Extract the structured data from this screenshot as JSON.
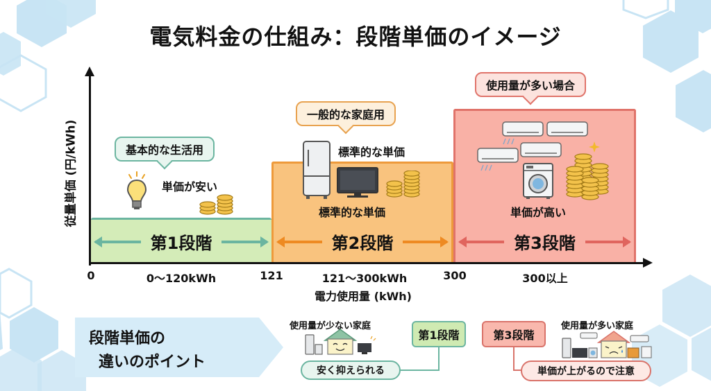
{
  "title": "電気料金の仕組み：段階単価のイメージ",
  "colors": {
    "tier1_fill": "#d4ecb8",
    "tier1_accent": "#6bb5a0",
    "tier2_fill": "#f9c37e",
    "tier2_accent": "#ee8a22",
    "tier3_fill": "#f9b1a6",
    "tier3_accent": "#e0655e",
    "hexagon": "#c8e4f4"
  },
  "axes": {
    "y_label": "従量単価 (円/kWh)",
    "x_label": "電力使用量 (kWh)",
    "x_ticks": [
      "0",
      "0〜120kWh",
      "121",
      "121〜300kWh",
      "300",
      "300以上"
    ]
  },
  "tiers": [
    {
      "label": "第1段階",
      "range": "0〜120kWh",
      "callout": "基本的な生活用",
      "note": "単価が安い",
      "relative_price_level": 1,
      "icons": [
        "light-bulb-icon",
        "coins-icon"
      ]
    },
    {
      "label": "第2段階",
      "range": "121〜300kWh",
      "callout": "一般的な家庭用",
      "note_top": "標準的な単価",
      "note": "標準的な単価",
      "relative_price_level": 2,
      "icons": [
        "refrigerator-icon",
        "tv-icon",
        "coins-icon"
      ]
    },
    {
      "label": "第3段階",
      "range": "300以上",
      "callout": "使用量が多い場合",
      "note": "単価が高い",
      "relative_price_level": 3,
      "icons": [
        "air-conditioner-icon",
        "washing-machine-icon",
        "coins-stack-icon",
        "sparkle-icon"
      ]
    }
  ],
  "points": {
    "banner_line1": "段階単価の",
    "banner_line2": "違いのポイント",
    "low_usage": {
      "title": "使用量が少ない家庭",
      "stage": "第1段階",
      "result": "安く抑えられる"
    },
    "high_usage": {
      "title": "使用量が多い家庭",
      "stage": "第3段階",
      "result": "単価が上がるので注意"
    }
  }
}
